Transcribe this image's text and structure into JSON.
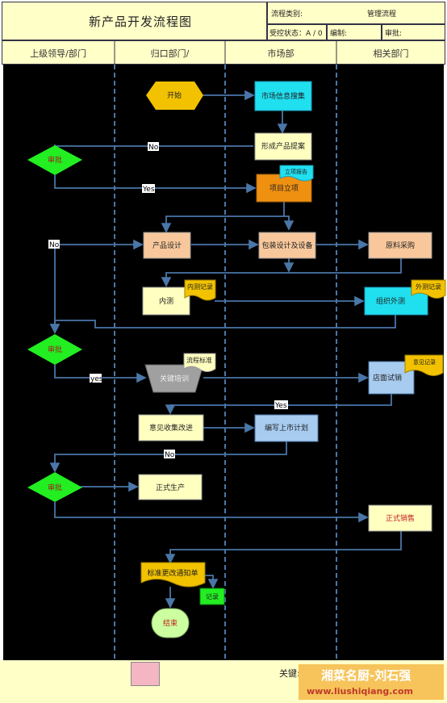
{
  "header": {
    "title": "新产品开发流程图",
    "process_category_label": "流程类别:",
    "process_category_value": "管理流程",
    "controlled_state": "受控状态：A / 0",
    "prepared_by_label": "编制:",
    "reviewed_by_label": "审批:"
  },
  "lanes": [
    "上级领导/部门",
    "归口部门/",
    "市场部",
    "相关部门"
  ],
  "nodes": {
    "start": "开始",
    "market_info": "市场信息搜集",
    "proposal": "形成产品提案",
    "approve1": "审批",
    "project_setup": "项目立项",
    "project_doc": "立项报告",
    "product_design": "产品设计",
    "package_design": "包装设计及设备",
    "raw_material": "原料采购",
    "internal_test": "内测",
    "internal_record": "内测记录",
    "external_test": "组织外测",
    "external_record": "外测记录",
    "approve2": "审批",
    "training": "关键培训",
    "process_std": "流程标准",
    "store_trial": "店面试销",
    "feedback_record": "意见记录",
    "feedback_improve": "意见收集改进",
    "launch_plan": "编写上市计划",
    "approve3": "审批",
    "formal_production": "正式生产",
    "formal_sales": "正式销售",
    "std_notice": "标准更改通知单",
    "record": "记录",
    "end": "结束"
  },
  "edge_labels": {
    "no1": "No",
    "yes1": "Yes",
    "no2": "No",
    "yes2": "yes",
    "yes3": "Yes",
    "no3": "No"
  },
  "footer": {
    "key_label": "关键:",
    "watermark_title": "湘菜名厨-刘石强",
    "watermark_url": "www.liushiqiang.com"
  },
  "colors": {
    "header_bg": "#ffffc8",
    "canvas_bg": "#000000",
    "lane_line": "#4a76a8",
    "arrow": "#4a76a8",
    "decision": "#22ee22",
    "start": "#f2c200",
    "market": "#20e0f0",
    "peach": "#f8c89c",
    "yellow_box": "#ffffc0",
    "orange": "#f09010",
    "light_blue": "#a8ccf0"
  }
}
